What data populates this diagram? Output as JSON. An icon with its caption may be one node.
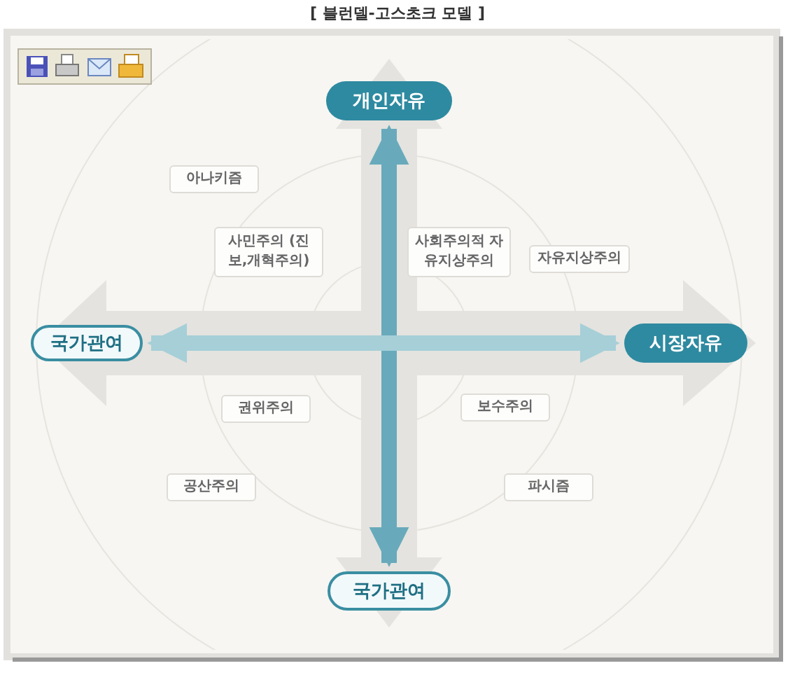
{
  "diagram": {
    "title": "[ 블런델-고스초크 모델 ]",
    "nodes": [
      {
        "text": [
          "개인자유"
        ]
      },
      {
        "text": [
          "국가관여"
        ]
      },
      {
        "text": [
          "시장자유"
        ]
      },
      {
        "text": [
          "국가관여"
        ]
      },
      {
        "text": [
          "아나키즘"
        ]
      },
      {
        "text": [
          "사민주의 (진보,개혁주의)"
        ]
      },
      {
        "text": [
          "사회주의적 자유지상주의"
        ]
      },
      {
        "text": [
          "자유지상주의"
        ]
      },
      {
        "text": [
          "권위주의"
        ]
      },
      {
        "text": [
          "보수주의"
        ]
      },
      {
        "text": [
          "공산주의"
        ]
      },
      {
        "text": [
          "파시즘"
        ]
      }
    ],
    "edges": [
      {
        "from": 3,
        "to": 0,
        "arrow": "both",
        "color": "#68aabb"
      },
      {
        "from": 1,
        "to": 2,
        "arrow": "both",
        "color": "#a6cfd8"
      }
    ]
  }
}
